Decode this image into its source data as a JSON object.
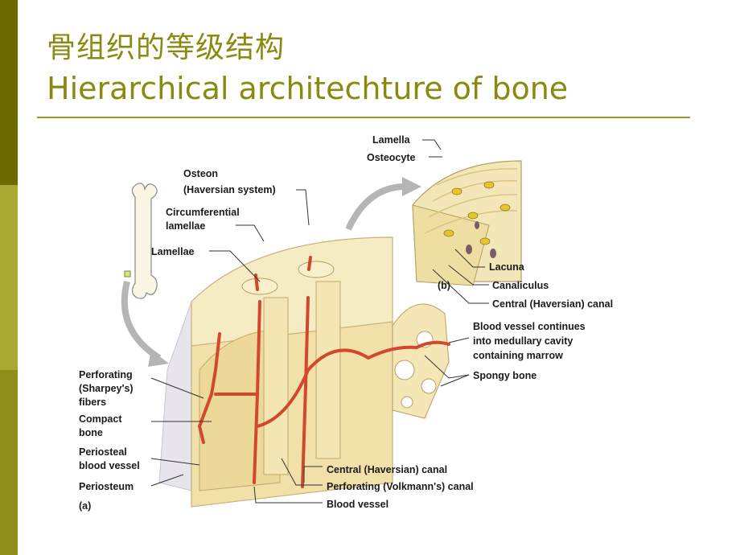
{
  "slide": {
    "title_cn": "骨组织的等级结构",
    "title_en": "Hierarchical architechture of bone"
  },
  "colors": {
    "accent_dark": "#6b6b00",
    "accent_light": "#a8a832",
    "title": "#8a8a10",
    "bone": "#f3e6b8",
    "vessel": "#d2482f"
  },
  "figure": {
    "labels": {
      "lamella": "Lamella",
      "osteocyte": "Osteocyte",
      "osteon_1": "Osteon",
      "osteon_2": "(Haversian system)",
      "circumferential_1": "Circumferential",
      "circumferential_2": "lamellae",
      "lamellae": "Lamellae",
      "lacuna": "Lacuna",
      "canaliculus": "Canaliculus",
      "panel_b": "(b)",
      "central_canal_b": "Central (Haversian) canal",
      "blood_vessel_cont_1": "Blood vessel continues",
      "blood_vessel_cont_2": "into medullary cavity",
      "blood_vessel_cont_3": "containing marrow",
      "spongy_bone": "Spongy bone",
      "perforating_1": "Perforating",
      "perforating_2": "(Sharpey's)",
      "perforating_3": "fibers",
      "compact_1": "Compact",
      "compact_2": "bone",
      "periosteal_1": "Periosteal",
      "periosteal_2": "blood vessel",
      "periosteum": "Periosteum",
      "panel_a": "(a)",
      "central_canal_a": "Central (Haversian) canal",
      "volkmann": "Perforating (Volkmann's) canal",
      "blood_vessel": "Blood vessel"
    }
  }
}
